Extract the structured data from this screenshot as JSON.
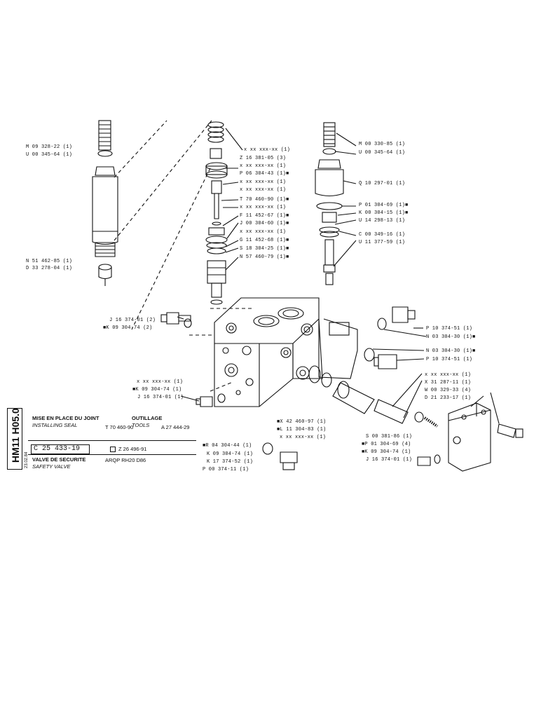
{
  "side_code": "HM11 H05.0",
  "side_date": "23.02.84",
  "title_block": {
    "op_fr": "MISE EN PLACE DU JOINT",
    "op_en": "INSTALLING SEAL",
    "op_ref": "T 70 460-90",
    "tools_fr": "OUTILLAGE",
    "tools_en": "TOOLS",
    "tools_ref": "A 27 444-29",
    "part_no": "C 25 433-19",
    "alt_ref": "Z 26 496-91",
    "name_fr": "VALVE DE SECURITE",
    "name_en": "SAFETY VALVE",
    "model": "ARQP RH20 D86"
  },
  "labels": {
    "l1": "M 09 328-22 (1)",
    "l2": "U 00 345-64 (1)",
    "l3": "N 51 462-85 (1)",
    "l4": "D 33 278-04 (1)",
    "c1": "x xx xxx-xx (1)",
    "c2": "Z 16 381-05 (3)",
    "c3": "x xx xxx-xx (1)",
    "c4": "P 06 304-43 (1)■",
    "c5": "x xx xxx-xx (1)",
    "c6": "x xx xxx-xx (1)",
    "c7": "T 70 460-90 (1)■",
    "c8": "x xx xxx-xx (1)",
    "c9": "F 11 452-67 (1)■",
    "c10": "J 00 304-60 (1)■",
    "c11": "x xx xxx-xx (1)",
    "c12": "G 11 452-68 (1)■",
    "c13": "S 18 304-25 (1)■",
    "c14": "N 57 460-79 (1)■",
    "r1": "M 00 330-85 (1)",
    "r2": "U 00 345-64 (1)",
    "r3": "Q 10 297-01 (1)",
    "r4": "P 01 304-69 (1)■",
    "r5": "K 00 304-15 (1)■",
    "r6": "U 14 298-13 (1)",
    "r7": "C 00 349-16 (1)",
    "r8": "U 11 377-59 (1)",
    "m1": "J 16 374-01 (2)",
    "m2": "■K 09 304-74 (2)",
    "m3": "P 10 374-51 (1)",
    "m4": "N 03 304-30 (1)■",
    "m5": "N 03 304-30 (1)■",
    "m6": "P 10 374-51 (1)",
    "b1": "x xx xxx-xx (1)",
    "b2": "■K 09 304-74 (1)",
    "b3": "J 16 374-01 (1)",
    "b4": "■X 42 460-97 (1)",
    "b5": "■L 11 304-83 (1)",
    "b6": "x xx xxx-xx (1)",
    "b7": "■R 04 304-44 (1)",
    "b8": "K 09 304-74 (1)",
    "b9": "K 17 374-52 (1)",
    "b10": "P 00 374-11 (1)",
    "s1": "x xx xxx-xx (1)",
    "s2": "X 31 287-11 (1)",
    "s3": "W 00 329-33 (4)",
    "s4": "D 21 233-17 (1)",
    "s5": "S 00 381-86 (1)",
    "s6": "■P 01 304-69 (4)",
    "s7": "■K 09 304-74 (1)",
    "s8": "J 16 374-01 (1)"
  }
}
